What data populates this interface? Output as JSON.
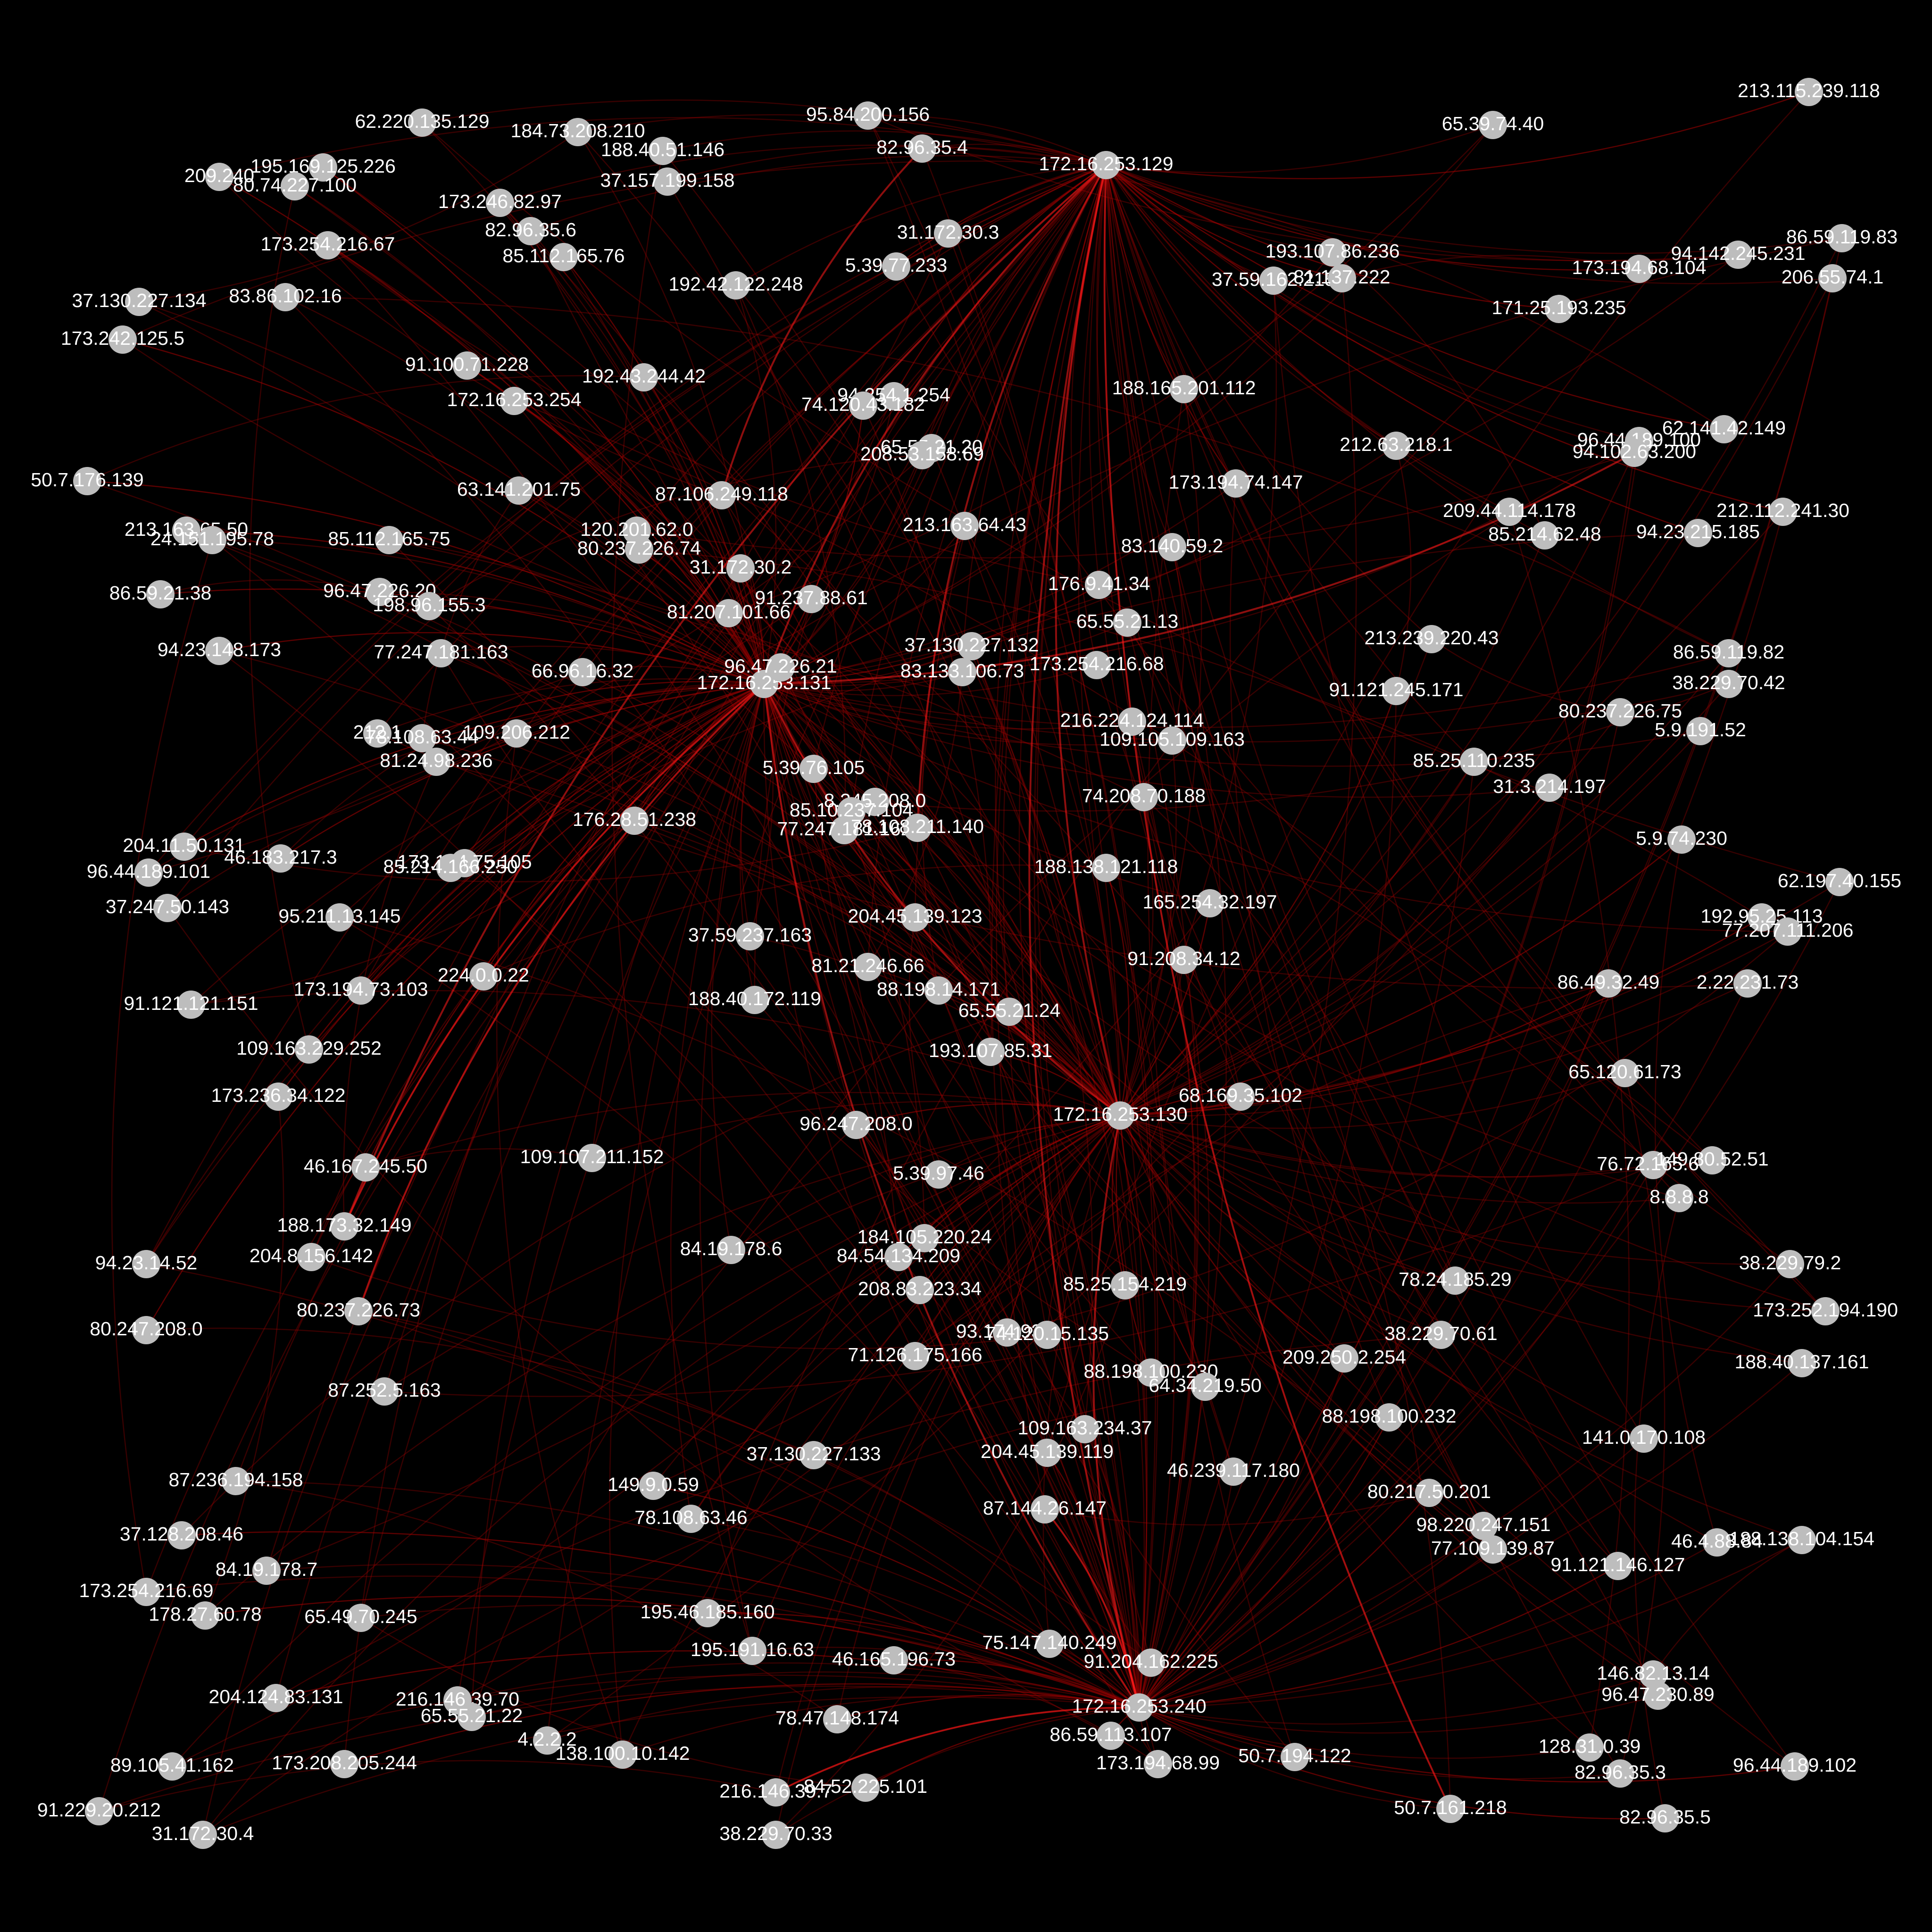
{
  "graph": {
    "colors": {
      "background": "#000000",
      "node": "#bdbdbd",
      "label": "#ffffff",
      "edge": "#a00000",
      "edge_hub": "#ff1a1a"
    },
    "nodes": [
      {
        "id": "172.16.253.129"
      },
      {
        "id": "172.16.253.131"
      },
      {
        "id": "172.16.253.130"
      },
      {
        "id": "172.16.253.240"
      },
      {
        "id": "213.115.239.118"
      },
      {
        "id": "65.39.74.40"
      },
      {
        "id": "95.84.200.156"
      },
      {
        "id": "82.96.35.4"
      },
      {
        "id": "62.220.135.129"
      },
      {
        "id": "184.73.208.210"
      },
      {
        "id": "188.40.51.146"
      },
      {
        "id": "37.157.199.158"
      },
      {
        "id": "209.240"
      },
      {
        "id": "195.169.125.226"
      },
      {
        "id": "80.74.227.100"
      },
      {
        "id": "173.246.82.97"
      },
      {
        "id": "82.96.35.6"
      },
      {
        "id": "85.112.165.76"
      },
      {
        "id": "173.254.216.67"
      },
      {
        "id": "31.172.30.3"
      },
      {
        "id": "5.39.77.233"
      },
      {
        "id": "192.42.122.248"
      },
      {
        "id": "37.130.227.134"
      },
      {
        "id": "83.86.102.16"
      },
      {
        "id": "173.242.125.5"
      },
      {
        "id": "193.107.86.236"
      },
      {
        "id": "37.59.162.215"
      },
      {
        "id": "81.137.222"
      },
      {
        "id": "173.194.68.104"
      },
      {
        "id": "94.142.245.231"
      },
      {
        "id": "86.59.119.83"
      },
      {
        "id": "206.55.74.1"
      },
      {
        "id": "171.25.193.235"
      },
      {
        "id": "91.100.71.228"
      },
      {
        "id": "192.43.244.42"
      },
      {
        "id": "172.16.253.254"
      },
      {
        "id": "94.254.1.254"
      },
      {
        "id": "74.120.43.182"
      },
      {
        "id": "188.165.201.112"
      },
      {
        "id": "65.55.21.20"
      },
      {
        "id": "208.53.158.69"
      },
      {
        "id": "212.63.218.1"
      },
      {
        "id": "96.44.189.100"
      },
      {
        "id": "94.102.63.200"
      },
      {
        "id": "62.141.42.149"
      },
      {
        "id": "50.7.176.139"
      },
      {
        "id": "63.141.201.75"
      },
      {
        "id": "87.106.249.118"
      },
      {
        "id": "173.194.74.147"
      },
      {
        "id": "209.44.114.178"
      },
      {
        "id": "85.214.62.48"
      },
      {
        "id": "212.112.241.30"
      },
      {
        "id": "94.23.215.185"
      },
      {
        "id": "213.163.65.50"
      },
      {
        "id": "24.151.195.78"
      },
      {
        "id": "85.112.165.75"
      },
      {
        "id": "120.201.62.0"
      },
      {
        "id": "80.237.226.74"
      },
      {
        "id": "213.163.64.43"
      },
      {
        "id": "83.140.59.2"
      },
      {
        "id": "31.172.30.2"
      },
      {
        "id": "86.59.21.38"
      },
      {
        "id": "96.47.226.20"
      },
      {
        "id": "198.96.155.3"
      },
      {
        "id": "91.237.88.61"
      },
      {
        "id": "176.9.41.34"
      },
      {
        "id": "81.207.101.66"
      },
      {
        "id": "65.55.21.13"
      },
      {
        "id": "213.239.220.43"
      },
      {
        "id": "94.23.148.173"
      },
      {
        "id": "77.247.181.163"
      },
      {
        "id": "37.130.227.132"
      },
      {
        "id": "86.59.119.82"
      },
      {
        "id": "96.47.226.21"
      },
      {
        "id": "66.96.16.32"
      },
      {
        "id": "83.133.106.73"
      },
      {
        "id": "173.254.216.68"
      },
      {
        "id": "38.229.70.42"
      },
      {
        "id": "91.121.245.171"
      },
      {
        "id": "80.237.226.75"
      },
      {
        "id": "212.1"
      },
      {
        "id": "78.108.63.44"
      },
      {
        "id": "109.206.212"
      },
      {
        "id": "216.224.124.114"
      },
      {
        "id": "109.105.109.163"
      },
      {
        "id": "5.9.191.52"
      },
      {
        "id": "81.24.98.236"
      },
      {
        "id": "85.25.110.235"
      },
      {
        "id": "5.39.76.105"
      },
      {
        "id": "31.3.214.197"
      },
      {
        "id": "8.245.208.0"
      },
      {
        "id": "74.208.70.188"
      },
      {
        "id": "85.10.237.104"
      },
      {
        "id": "176.28.51.238"
      },
      {
        "id": "77.247.181.162"
      },
      {
        "id": "78.108.211.140"
      },
      {
        "id": "204.11.50.131"
      },
      {
        "id": "46.183.217.3"
      },
      {
        "id": "5.9.74.230"
      },
      {
        "id": "173.194.75.105"
      },
      {
        "id": "96.44.189.101"
      },
      {
        "id": "85.214.166.250"
      },
      {
        "id": "188.138.121.118"
      },
      {
        "id": "62.197.40.155"
      },
      {
        "id": "37.247.50.143"
      },
      {
        "id": "165.254.32.197"
      },
      {
        "id": "192.95.25.113"
      },
      {
        "id": "95.211.13.145"
      },
      {
        "id": "204.45.139.123"
      },
      {
        "id": "77.207.111.206"
      },
      {
        "id": "37.59.237.163"
      },
      {
        "id": "91.208.34.12"
      },
      {
        "id": "81.21.246.66"
      },
      {
        "id": "224.0.0.22"
      },
      {
        "id": "86.49.32.49"
      },
      {
        "id": "2.22.231.73"
      },
      {
        "id": "173.194.73.103"
      },
      {
        "id": "88.198.14.171"
      },
      {
        "id": "91.121.121.151"
      },
      {
        "id": "188.40.172.119"
      },
      {
        "id": "65.55.21.24"
      },
      {
        "id": "109.163.229.252"
      },
      {
        "id": "193.107.85.31"
      },
      {
        "id": "65.120.61.73"
      },
      {
        "id": "68.169.35.102"
      },
      {
        "id": "173.236.34.122"
      },
      {
        "id": "96.247.208.0"
      },
      {
        "id": "76.72.165.60"
      },
      {
        "id": "149.80.52.51"
      },
      {
        "id": "46.167.245.50"
      },
      {
        "id": "109.107.211.152"
      },
      {
        "id": "5.39.97.46"
      },
      {
        "id": "8.8.8.8"
      },
      {
        "id": "188.173.32.149"
      },
      {
        "id": "184.105.220.24"
      },
      {
        "id": "94.23.14.52"
      },
      {
        "id": "204.8.156.142"
      },
      {
        "id": "84.19.178.6"
      },
      {
        "id": "84.54.134.209"
      },
      {
        "id": "38.229.79.2"
      },
      {
        "id": "78.24.185.29"
      },
      {
        "id": "85.25.154.219"
      },
      {
        "id": "208.83.223.34"
      },
      {
        "id": "80.237.226.73"
      },
      {
        "id": "173.252.194.190"
      },
      {
        "id": "80.247.208.0"
      },
      {
        "id": "93.174.93.6"
      },
      {
        "id": "74.120.15.135"
      },
      {
        "id": "38.229.70.61"
      },
      {
        "id": "71.126.175.166"
      },
      {
        "id": "209.250.2.254"
      },
      {
        "id": "188.40.137.161"
      },
      {
        "id": "87.252.5.163"
      },
      {
        "id": "88.198.100.230"
      },
      {
        "id": "64.34.219.50"
      },
      {
        "id": "88.198.100.232"
      },
      {
        "id": "109.163.234.37"
      },
      {
        "id": "141.0.170.108"
      },
      {
        "id": "37.130.227.133"
      },
      {
        "id": "204.45.139.119"
      },
      {
        "id": "46.239.117.180"
      },
      {
        "id": "87.236.194.158"
      },
      {
        "id": "149.9.0.59"
      },
      {
        "id": "80.217.50.201"
      },
      {
        "id": "87.144.26.147"
      },
      {
        "id": "78.108.63.46"
      },
      {
        "id": "98.220.247.151"
      },
      {
        "id": "37.128.208.46"
      },
      {
        "id": "77.109.139.87"
      },
      {
        "id": "46.4.88.84"
      },
      {
        "id": "188.138.104.154"
      },
      {
        "id": "91.121.146.127"
      },
      {
        "id": "84.19.178.7"
      },
      {
        "id": "173.254.216.69"
      },
      {
        "id": "178.27.60.78"
      },
      {
        "id": "195.46.185.160"
      },
      {
        "id": "65.49.70.245"
      },
      {
        "id": "195.191.16.63"
      },
      {
        "id": "75.147.140.249"
      },
      {
        "id": "46.165.196.73"
      },
      {
        "id": "91.204.162.225"
      },
      {
        "id": "146.82.13.14"
      },
      {
        "id": "96.47.230.89"
      },
      {
        "id": "204.124.83.131"
      },
      {
        "id": "216.146.39.70"
      },
      {
        "id": "65.55.21.22"
      },
      {
        "id": "78.47.148.174"
      },
      {
        "id": "86.59.113.107"
      },
      {
        "id": "4.2.2.2"
      },
      {
        "id": "138.100.10.142"
      },
      {
        "id": "89.105.41.162"
      },
      {
        "id": "173.208.205.244"
      },
      {
        "id": "173.194.68.99"
      },
      {
        "id": "50.7.194.122"
      },
      {
        "id": "128.31.0.39"
      },
      {
        "id": "96.44.189.102"
      },
      {
        "id": "82.96.35.3"
      },
      {
        "id": "91.229.20.212"
      },
      {
        "id": "216.146.39.7"
      },
      {
        "id": "84.52.225.101"
      },
      {
        "id": "50.7.161.218"
      },
      {
        "id": "31.172.30.4"
      },
      {
        "id": "38.229.70.33"
      },
      {
        "id": "82.96.35.5"
      }
    ],
    "hubs": [
      "172.16.253.129",
      "172.16.253.131",
      "172.16.253.130",
      "172.16.253.240"
    ],
    "strong_edges": [
      [
        "172.16.253.129",
        "50.7.161.218"
      ],
      [
        "172.16.253.129",
        "188.173.32.149"
      ],
      [
        "172.16.253.129",
        "78.108.211.140"
      ],
      [
        "172.16.253.131",
        "80.237.226.73"
      ],
      [
        "172.16.253.131",
        "188.173.32.149"
      ],
      [
        "82.96.35.4",
        "87.106.249.118"
      ],
      [
        "172.16.253.240",
        "87.144.26.147"
      ],
      [
        "172.16.253.131",
        "94.102.63.200"
      ],
      [
        "172.16.253.240",
        "216.146.39.7"
      ]
    ]
  }
}
